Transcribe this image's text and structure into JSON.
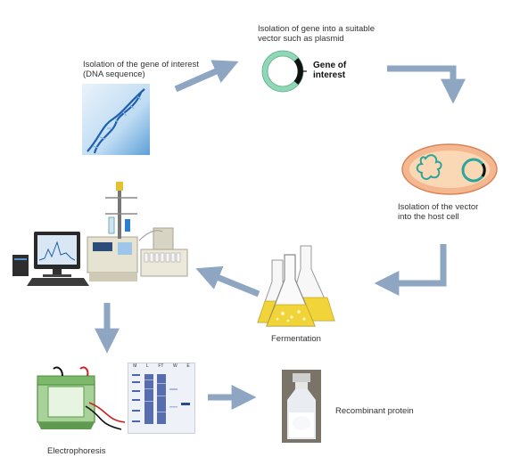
{
  "steps": {
    "isolation_gene": {
      "line1": "Isolation of the gene of interest",
      "line2": "(DNA sequence)"
    },
    "plasmid_insert": {
      "line1": "Isolation of gene into a suitable",
      "line2": "vector such as plasmid"
    },
    "gene_label": {
      "line1": "Gene of",
      "line2": "interest"
    },
    "host_cell": {
      "line1": "Isolation of the vector",
      "line2": "into the host cell"
    },
    "fermentation": "Fermentation",
    "electrophoresis": "Electrophoresis",
    "recombinant": "Recombinant protein"
  },
  "gel_lanes": [
    "M",
    "L",
    "FT",
    "W",
    "E"
  ],
  "colors": {
    "arrow": "#8ea6c2",
    "plasmid_ring": "#8fd7b5",
    "cell_outer": "#f4b78f",
    "cell_inner": "#fad7b5",
    "dna_blue": "#2f79c8",
    "liquid_yellow": "#f1d43a"
  }
}
